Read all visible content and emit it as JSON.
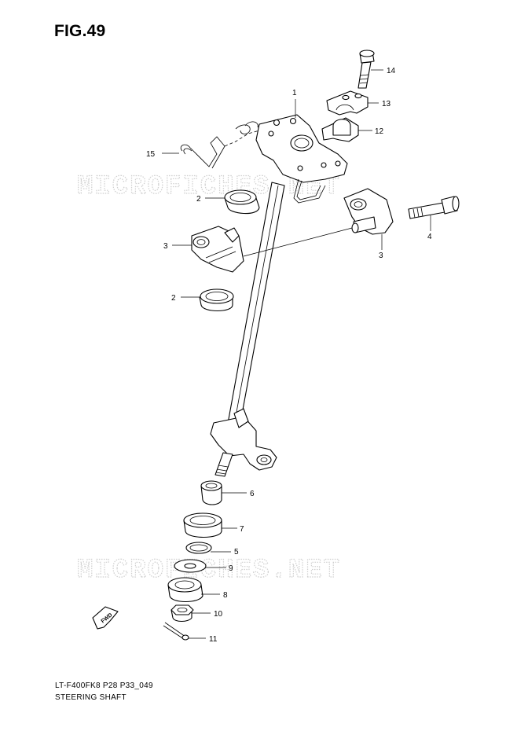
{
  "figure": {
    "title": "FIG.49"
  },
  "watermarks": [
    "MICROFICHES.NET",
    "MICROFICHES.NET"
  ],
  "callouts": [
    "1",
    "2",
    "2",
    "3",
    "3",
    "4",
    "5",
    "6",
    "7",
    "8",
    "9",
    "10",
    "11",
    "12",
    "13",
    "14",
    "15"
  ],
  "badge": {
    "text": "FWD"
  },
  "footer": {
    "code": "LT-F400FK8 P28 P33_049",
    "name": "STEERING SHAFT"
  }
}
